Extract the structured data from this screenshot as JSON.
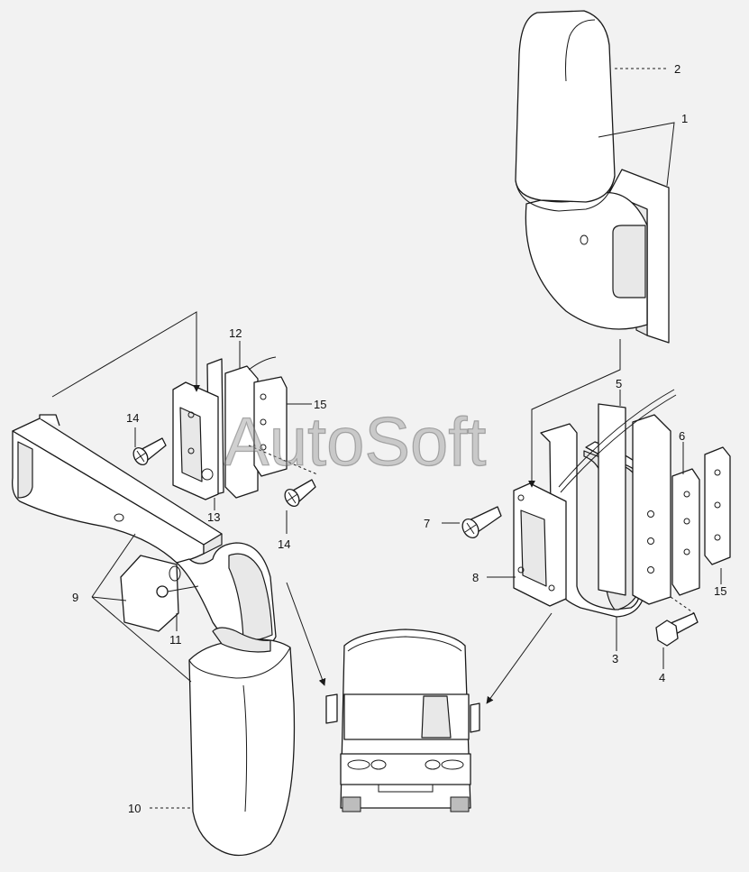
{
  "watermark": "AutoSoft",
  "callouts": {
    "c1": "1",
    "c2": "2",
    "c3": "3",
    "c4": "4",
    "c5": "5",
    "c6": "6",
    "c7": "7",
    "c8": "8",
    "c9": "9",
    "c10": "10",
    "c11": "11",
    "c12": "12",
    "c13": "13",
    "c14a": "14",
    "c14b": "14",
    "c15a": "15",
    "c15b": "15"
  }
}
